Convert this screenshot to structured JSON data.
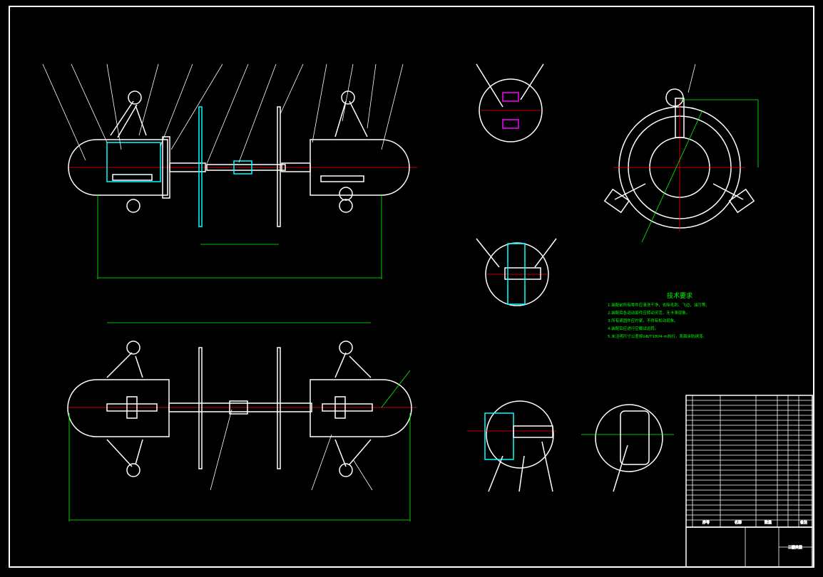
{
  "colors": {
    "background": "#000000",
    "outline": "#ffffff",
    "center_line": "#ff0000",
    "dimension": "#00ff00",
    "hatch": "#00ffff",
    "bolt": "#ff00ff",
    "leader": "#ffffff"
  },
  "tech_requirements": {
    "title": "技术要求",
    "lines": [
      "1.装配前所有零件应清洗干净，去除毛刺、飞边，油污等。",
      "2.装配后各运动部件应转动灵活，无卡滞现象。",
      "3.所有紧固件应拧紧，不得有松动现象。",
      "4.装配后应进行空载试运转。",
      "5.未注明尺寸公差按GB/T1804-m执行，表面涂防锈漆。"
    ]
  },
  "title_block": {
    "drawing_name": "三瓣夹紧",
    "header_cells": [
      "序号",
      "名称",
      "数量",
      "备注"
    ]
  }
}
